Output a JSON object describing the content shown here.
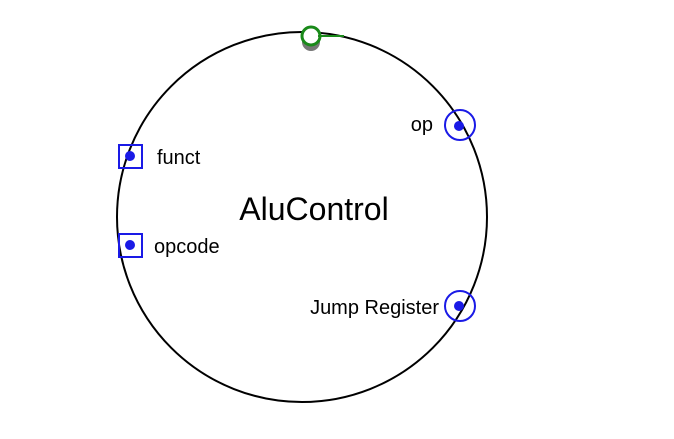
{
  "component": {
    "name": "AluControl"
  },
  "inputs": [
    {
      "label": "funct"
    },
    {
      "label": "opcode"
    }
  ],
  "outputs": [
    {
      "label": "op"
    },
    {
      "label": "Jump Register"
    }
  ],
  "colors": {
    "outline": "#000000",
    "input_pin": "#1a1ae6",
    "output_pin": "#1a1ae6",
    "clock_pin": "#1a8a1a",
    "clock_shadow": "#777777"
  }
}
